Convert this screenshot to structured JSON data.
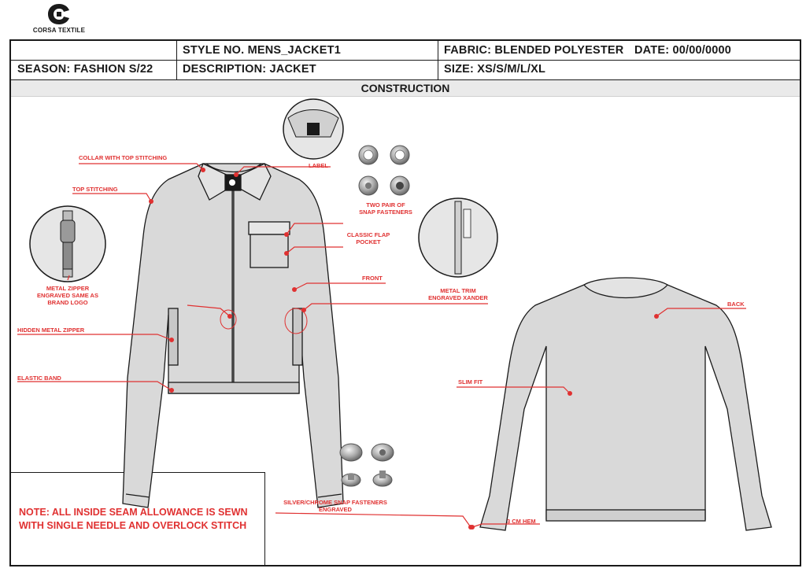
{
  "brand": {
    "name": "CORSA TEXTILE"
  },
  "header": {
    "style_no": "STYLE NO. MENS_JACKET1",
    "fabric": "FABRIC: BLENDED POLYESTER",
    "date": "DATE: 00/00/0000",
    "season": "SEASON: FASHION S/22",
    "description": "DESCRIPTION: JACKET",
    "size": "SIZE: XS/S/M/L/XL"
  },
  "section_title": "CONSTRUCTION",
  "note": "NOTE: ALL INSIDE SEAM ALLOWANCE IS SEWN WITH SINGLE NEEDLE AND OVERLOCK STITCH",
  "callouts": {
    "collar": "COLLAR WITH TOP STITCHING",
    "top_stitching": "TOP STITCHING",
    "label": "LABEL",
    "snaps_1": "TWO PAIR OF",
    "snaps_2": "SNAP FASTENERS",
    "pocket_1": "CLASSIC FLAP",
    "pocket_2": "POCKET",
    "front": "FRONT",
    "zipper_1": "METAL ZIPPER",
    "zipper_2": "ENGRAVED SAME AS",
    "zipper_3": "BRAND LOGO",
    "trim_1": "METAL TRIM",
    "trim_2": "ENGRAVED XANDER",
    "hidden_zipper": "HIDDEN METAL ZIPPER",
    "elastic_band": "ELASTIC BAND",
    "back": "BACK",
    "slim_fit": "SLIM FIT",
    "chrome_1": "SILVER/CHROME SNAP FASTENERS",
    "chrome_2": "ENGRAVED",
    "hem": "3 CM HEM"
  },
  "colors": {
    "accent": "#e03131",
    "garment": "#d9d9d9",
    "line": "#1a1a1a"
  }
}
